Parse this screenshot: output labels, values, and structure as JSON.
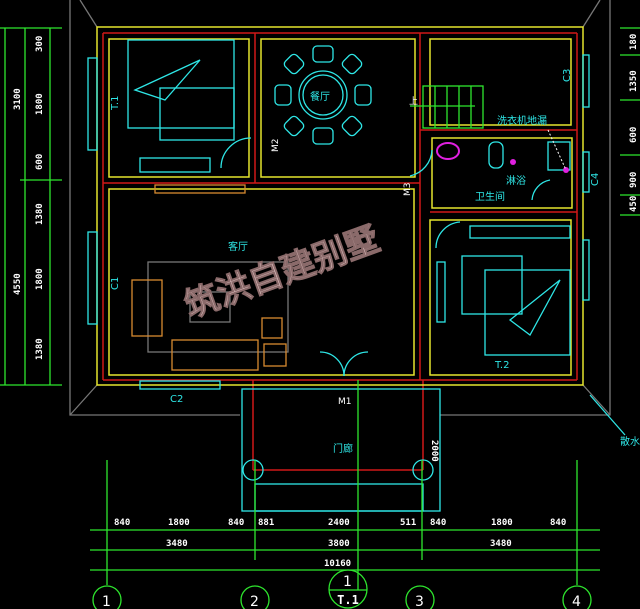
{
  "rooms": {
    "dining": "餐厅",
    "living": "客厅",
    "bathroom": "卫生间",
    "shower": "淋浴",
    "washer": "洗衣机地漏",
    "porch": "门廊",
    "stair_up": "上",
    "bedroom1_mark": "T.1",
    "bedroom2_mark": "T.2"
  },
  "openings": {
    "m1": "M1",
    "m2": "M2",
    "m3": "M3",
    "c1": "C1",
    "c2": "C2",
    "c3": "C3",
    "c4": "C4"
  },
  "dims_bottom_row1": [
    "840",
    "1800",
    "840",
    "881",
    "2400",
    "511",
    "840",
    "1800",
    "840"
  ],
  "dims_bottom_row2": [
    "3480",
    "3800",
    "3480"
  ],
  "dims_bottom_total": "10160",
  "dims_left_inner": [
    "300",
    "1800",
    "600",
    "1380",
    "1800",
    "1380"
  ],
  "dims_left_outer": [
    "3100",
    "4550"
  ],
  "dims_right": [
    "180",
    "1350",
    "600",
    "900",
    "450"
  ],
  "dim_porch": "2000",
  "axes": [
    "1",
    "2",
    "3",
    "4"
  ],
  "section_mark": {
    "num": "1",
    "sheet": "T.1"
  },
  "roof_note": "散水",
  "watermark": "筑洪自建别墅",
  "colors": {
    "wall": "#e6e62e",
    "axis": "#d01818",
    "furniture": "#2ee6e6",
    "dimension": "#2ee62e",
    "background": "#000000"
  }
}
